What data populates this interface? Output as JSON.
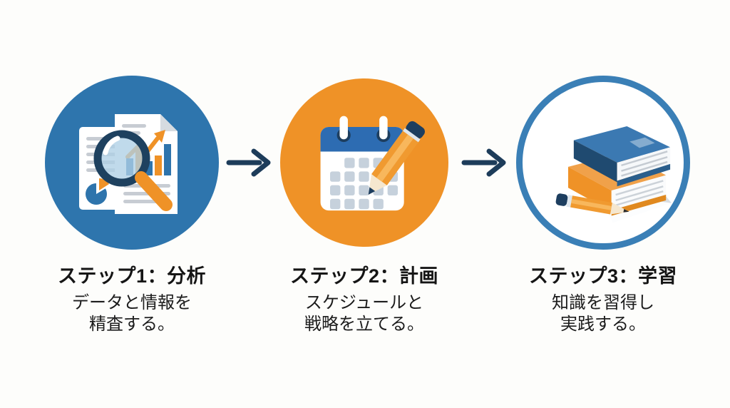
{
  "page": {
    "background": "#fdfdfb",
    "type": "three-step-process-infographic"
  },
  "palette": {
    "step1_circle_blue": "#2e75ad",
    "step2_circle_orange": "#ef9227",
    "step3_ring_blue": "#3a7fb6",
    "arrow_navy": "#1d3c5a",
    "icon_navy": "#1e415f",
    "icon_orange": "#ef9227",
    "calendar_header_blue": "#2d6cb2",
    "text_color": "#1c1c1c"
  },
  "steps": [
    {
      "title": "ステップ1：分析",
      "body_line1": "データと情報を",
      "body_line2": "精査する。",
      "icon": "magnifier-documents-icon",
      "circle_style": "solid-blue"
    },
    {
      "title": "ステップ2：計画",
      "body_line1": "スケジュールと",
      "body_line2": "戦略を立てる。",
      "icon": "calendar-pencil-icon",
      "circle_style": "solid-orange"
    },
    {
      "title": "ステップ3：学習",
      "body_line1": "知識を習得し",
      "body_line2": "実践する。",
      "icon": "books-pencil-icon",
      "circle_style": "outlined-white"
    }
  ],
  "arrows": [
    {
      "glyph": "→",
      "direction": "right"
    },
    {
      "glyph": "→",
      "direction": "right"
    }
  ]
}
